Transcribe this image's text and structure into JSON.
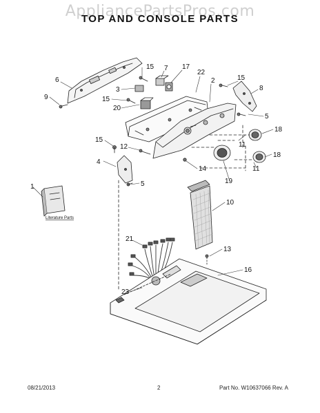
{
  "watermark": "AppliancePartsPros.com",
  "title": "TOP AND CONSOLE PARTS",
  "literature_label": "Literature Parts",
  "callouts": {
    "c15a": "15",
    "c7": "7",
    "c17": "17",
    "c22": "22",
    "c2": "2",
    "c15b": "15",
    "c8": "8",
    "c6": "6",
    "c3": "3",
    "c9": "9",
    "c15c": "15",
    "c20": "20",
    "c5a": "5",
    "c18a": "18",
    "c15d": "15",
    "c12": "12",
    "c11a": "11",
    "c11b": "11",
    "c18b": "18",
    "c4": "4",
    "c14": "14",
    "c19": "19",
    "c5b": "5",
    "c1": "1",
    "c10": "10",
    "c21": "21",
    "c13": "13",
    "c16": "16",
    "c23": "23"
  },
  "footer": {
    "date": "08/21/2013",
    "page": "2",
    "part_no": "Part No. W10637066 Rev. A"
  }
}
